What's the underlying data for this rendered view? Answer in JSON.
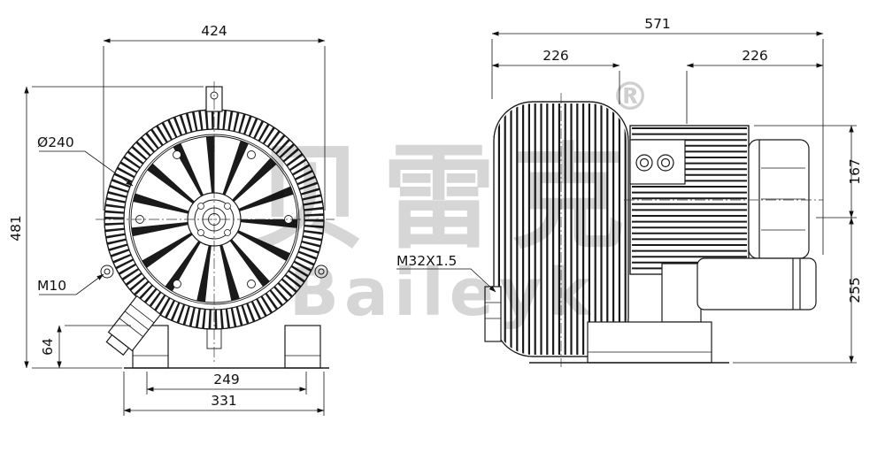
{
  "meta": {
    "background_color": "#ffffff",
    "line_color": "#1a1a1a",
    "dimension_color": "#111111",
    "watermark_color": "#d6d6d6"
  },
  "watermark": {
    "cn_text": "贝雷克",
    "latin_text": "Baileyk",
    "registered_mark": "®"
  },
  "front_view": {
    "dim_width_top": "424",
    "dim_height_left": "481",
    "dim_diameter": "Ø240",
    "dim_thread": "M10",
    "dim_foot_height": "64",
    "dim_feet_span": "249",
    "dim_base_width": "331"
  },
  "side_view": {
    "dim_total_length": "571",
    "dim_left_section": "226",
    "dim_right_section": "226",
    "dim_upper_height": "167",
    "dim_lower_height": "255",
    "dim_thread": "M32X1.5"
  }
}
